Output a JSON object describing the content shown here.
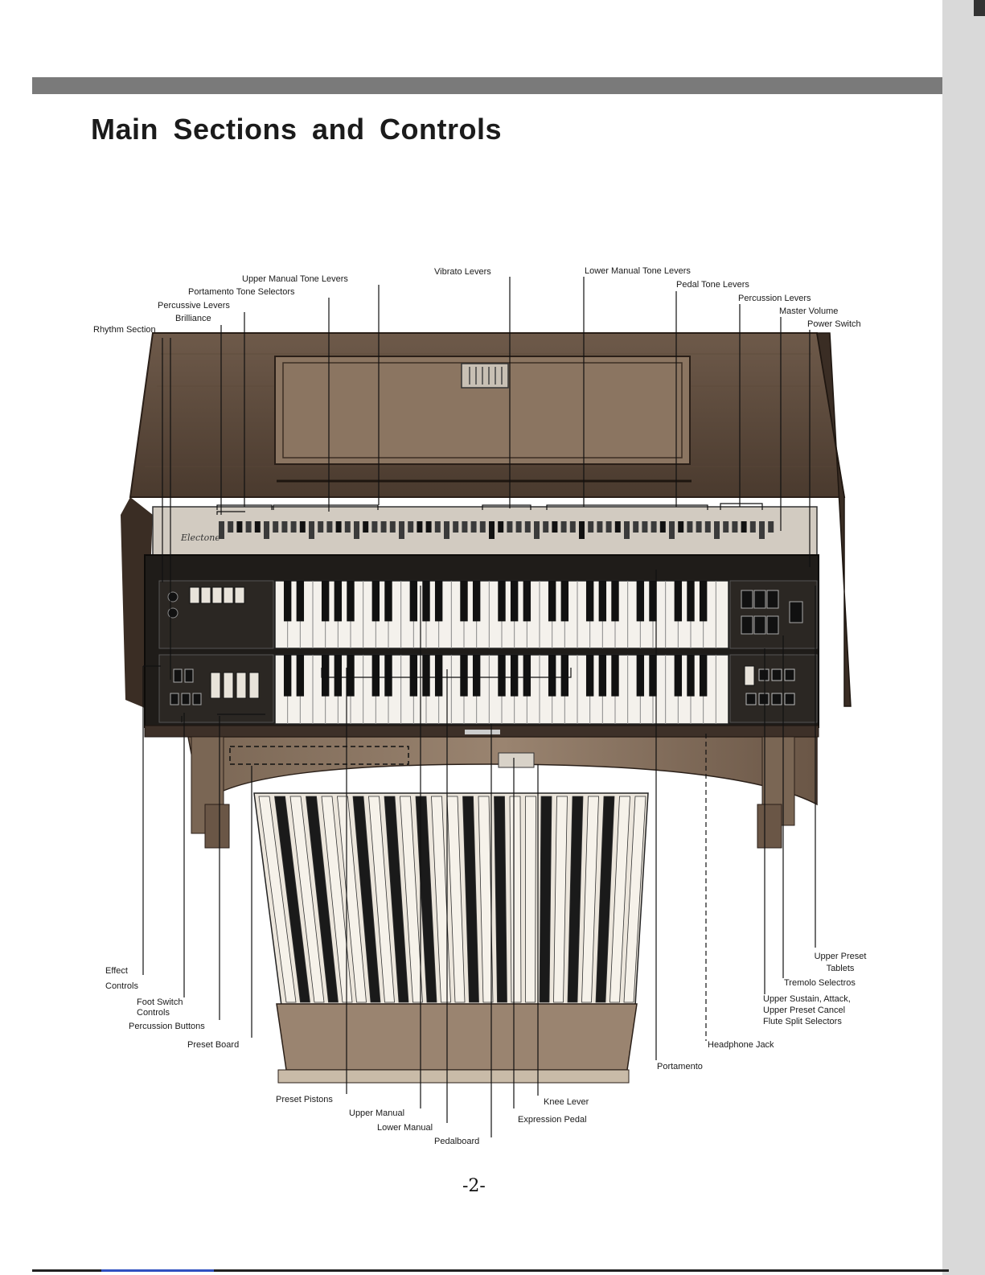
{
  "page": {
    "title": "Main Sections and Controls",
    "page_number": "-2-"
  },
  "photo": {
    "brand_script": "Electone"
  },
  "labels": {
    "upper_manual_tone_levers": "Upper Manual Tone Levers",
    "vibrato_levers": "Vibrato Levers",
    "lower_manual_tone_levers": "Lower Manual Tone Levers",
    "portamento_tone_selectors": "Portamento Tone Selectors",
    "pedal_tone_levers": "Pedal Tone Levers",
    "percussive_levers": "Percussive Levers",
    "percussion_levers": "Percussion Levers",
    "brilliance": "Brilliance",
    "master_volume": "Master Volume",
    "rhythm_section": "Rhythm Section",
    "power_switch": "Power Switch",
    "effect_controls": [
      "Effect",
      "Controls"
    ],
    "foot_switch_controls": [
      "Foot Switch",
      "Controls"
    ],
    "percussion_buttons": "Percussion Buttons",
    "preset_board": "Preset Board",
    "preset_pistons": "Preset Pistons",
    "upper_manual": "Upper Manual",
    "lower_manual": "Lower Manual",
    "pedalboard": "Pedalboard",
    "knee_lever": "Knee Lever",
    "expression_pedal": "Expression Pedal",
    "portamento": "Portamento",
    "headphone_jack": "Headphone Jack",
    "upper_preset_tablets": [
      "Upper Preset",
      "Tablets"
    ],
    "tremolo_selectros": "Tremolo Selectros",
    "upper_sustain_group": [
      "Upper Sustain, Attack,",
      "Upper Preset Cancel",
      "Flute Split Selectors"
    ]
  }
}
